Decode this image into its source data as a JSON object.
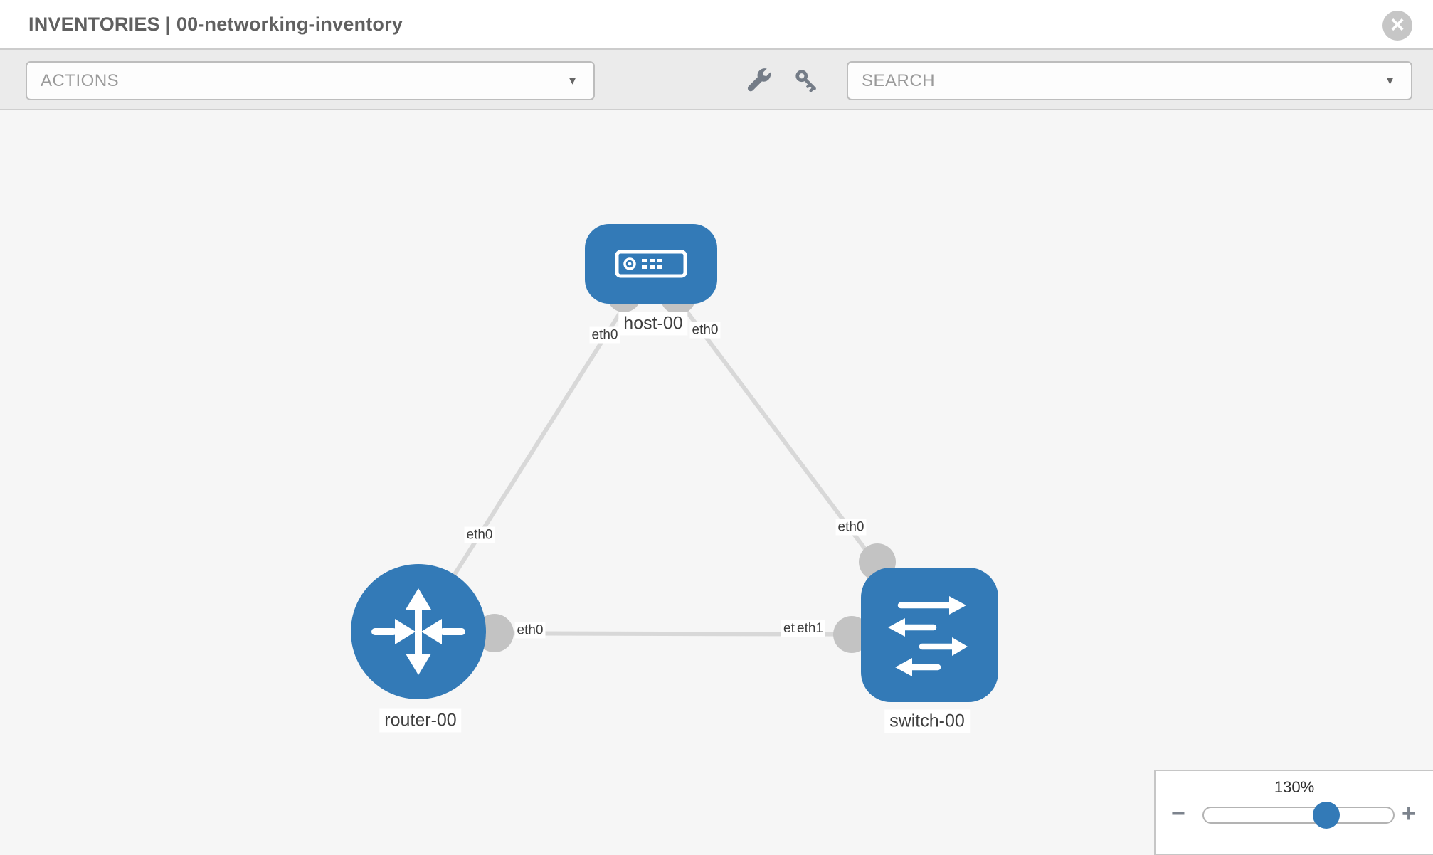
{
  "header": {
    "title": "INVENTORIES | 00-networking-inventory",
    "close_icon": "×"
  },
  "toolbar": {
    "actions_dropdown": {
      "value": "ACTIONS",
      "chevron": "▼"
    },
    "search_dropdown": {
      "value": "SEARCH",
      "chevron": "▼"
    },
    "icons": [
      "wrench-icon",
      "key-icon"
    ]
  },
  "topology": {
    "nodes": [
      {
        "label": "host-00",
        "type": "host"
      },
      {
        "label": "router-00",
        "type": "router"
      },
      {
        "label": "switch-00",
        "type": "switch"
      }
    ],
    "links": [
      {
        "from": "host-00",
        "from_interface": "eth0",
        "to": "router-00",
        "to_interface": "eth0"
      },
      {
        "from": "host-00",
        "from_interface": "eth0",
        "to": "switch-00",
        "to_interface": "eth0"
      },
      {
        "from": "router-00",
        "from_interface": "eth0",
        "to": "switch-00",
        "to_interface": "eth1"
      }
    ],
    "labels": {
      "host": "host-00",
      "router": "router-00",
      "switch": "switch-00",
      "host_left_if": "eth0",
      "host_right_if": "eth0",
      "link_hr_router_if": "eth0",
      "link_hs_switch_if": "eth0",
      "link_rs_router_if": "eth0",
      "link_rs_switch_if_under": "eth0",
      "link_rs_switch_if_over": "eth1"
    }
  },
  "zoom_control": {
    "level": "130%",
    "minus": "−",
    "plus": "+"
  },
  "colors": {
    "node_blue": "#337ab7",
    "link_gray": "#d8d8d8",
    "connector_gray": "#c3c3c3",
    "canvas_bg": "#f6f6f6",
    "toolbar_bg": "#ebebeb",
    "label_text": "#3c3c3c"
  }
}
